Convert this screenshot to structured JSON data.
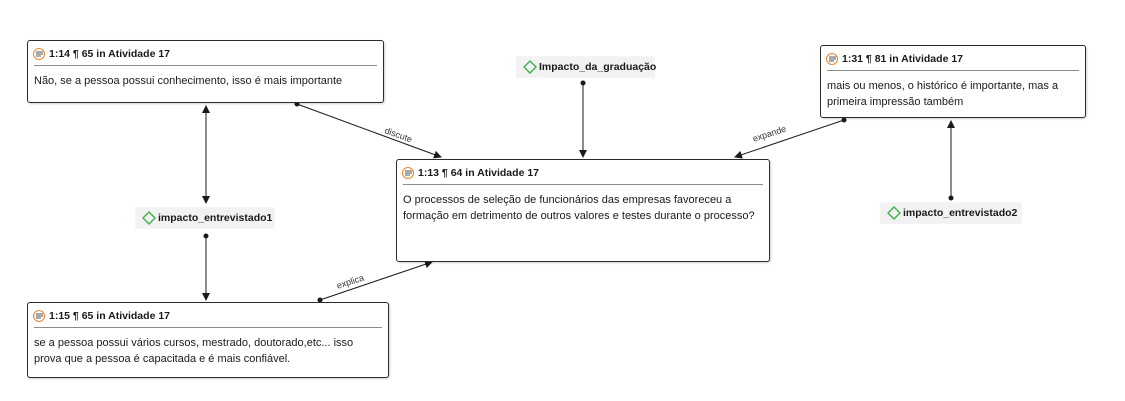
{
  "colors": {
    "quote_icon": "#e8872b",
    "code_icon": "#3cb34a",
    "border": "#2b2b2b",
    "edge": "#1a1a1a"
  },
  "nodes": {
    "quote_1_14": {
      "title": "1:14 ¶ 65 in Atividade 17",
      "text": "Não, se a pessoa possui conhecimento, isso é mais importante",
      "icon": "quotation-icon"
    },
    "quote_1_13": {
      "title": "1:13 ¶ 64 in Atividade 17",
      "text": "O processos de seleção de funcionários das empresas favoreceu a formação em detrimento de outros valores e testes durante o processo?",
      "icon": "quotation-icon"
    },
    "quote_1_31": {
      "title": "1:31 ¶ 81 in Atividade 17",
      "text": "mais ou menos, o histórico é importante, mas a primeira impressão também",
      "icon": "quotation-icon"
    },
    "quote_1_15": {
      "title": "1:15 ¶ 65 in Atividade 17",
      "text": "se a pessoa possui vários cursos, mestrado, doutorado,etc... isso prova que a pessoa é capacitada e é mais confiável.",
      "icon": "quotation-icon"
    },
    "code_impacto_graduacao": {
      "label": "Impacto_da_graduação",
      "icon": "code-diamond-icon"
    },
    "code_impacto_entrevistado1": {
      "label": "impacto_entrevistado1",
      "icon": "code-diamond-icon"
    },
    "code_impacto_entrevistado2": {
      "label": "impacto_entrevistado2",
      "icon": "code-diamond-icon"
    }
  },
  "edges": {
    "discute": "discute",
    "expande": "expande",
    "explica": "explica"
  }
}
